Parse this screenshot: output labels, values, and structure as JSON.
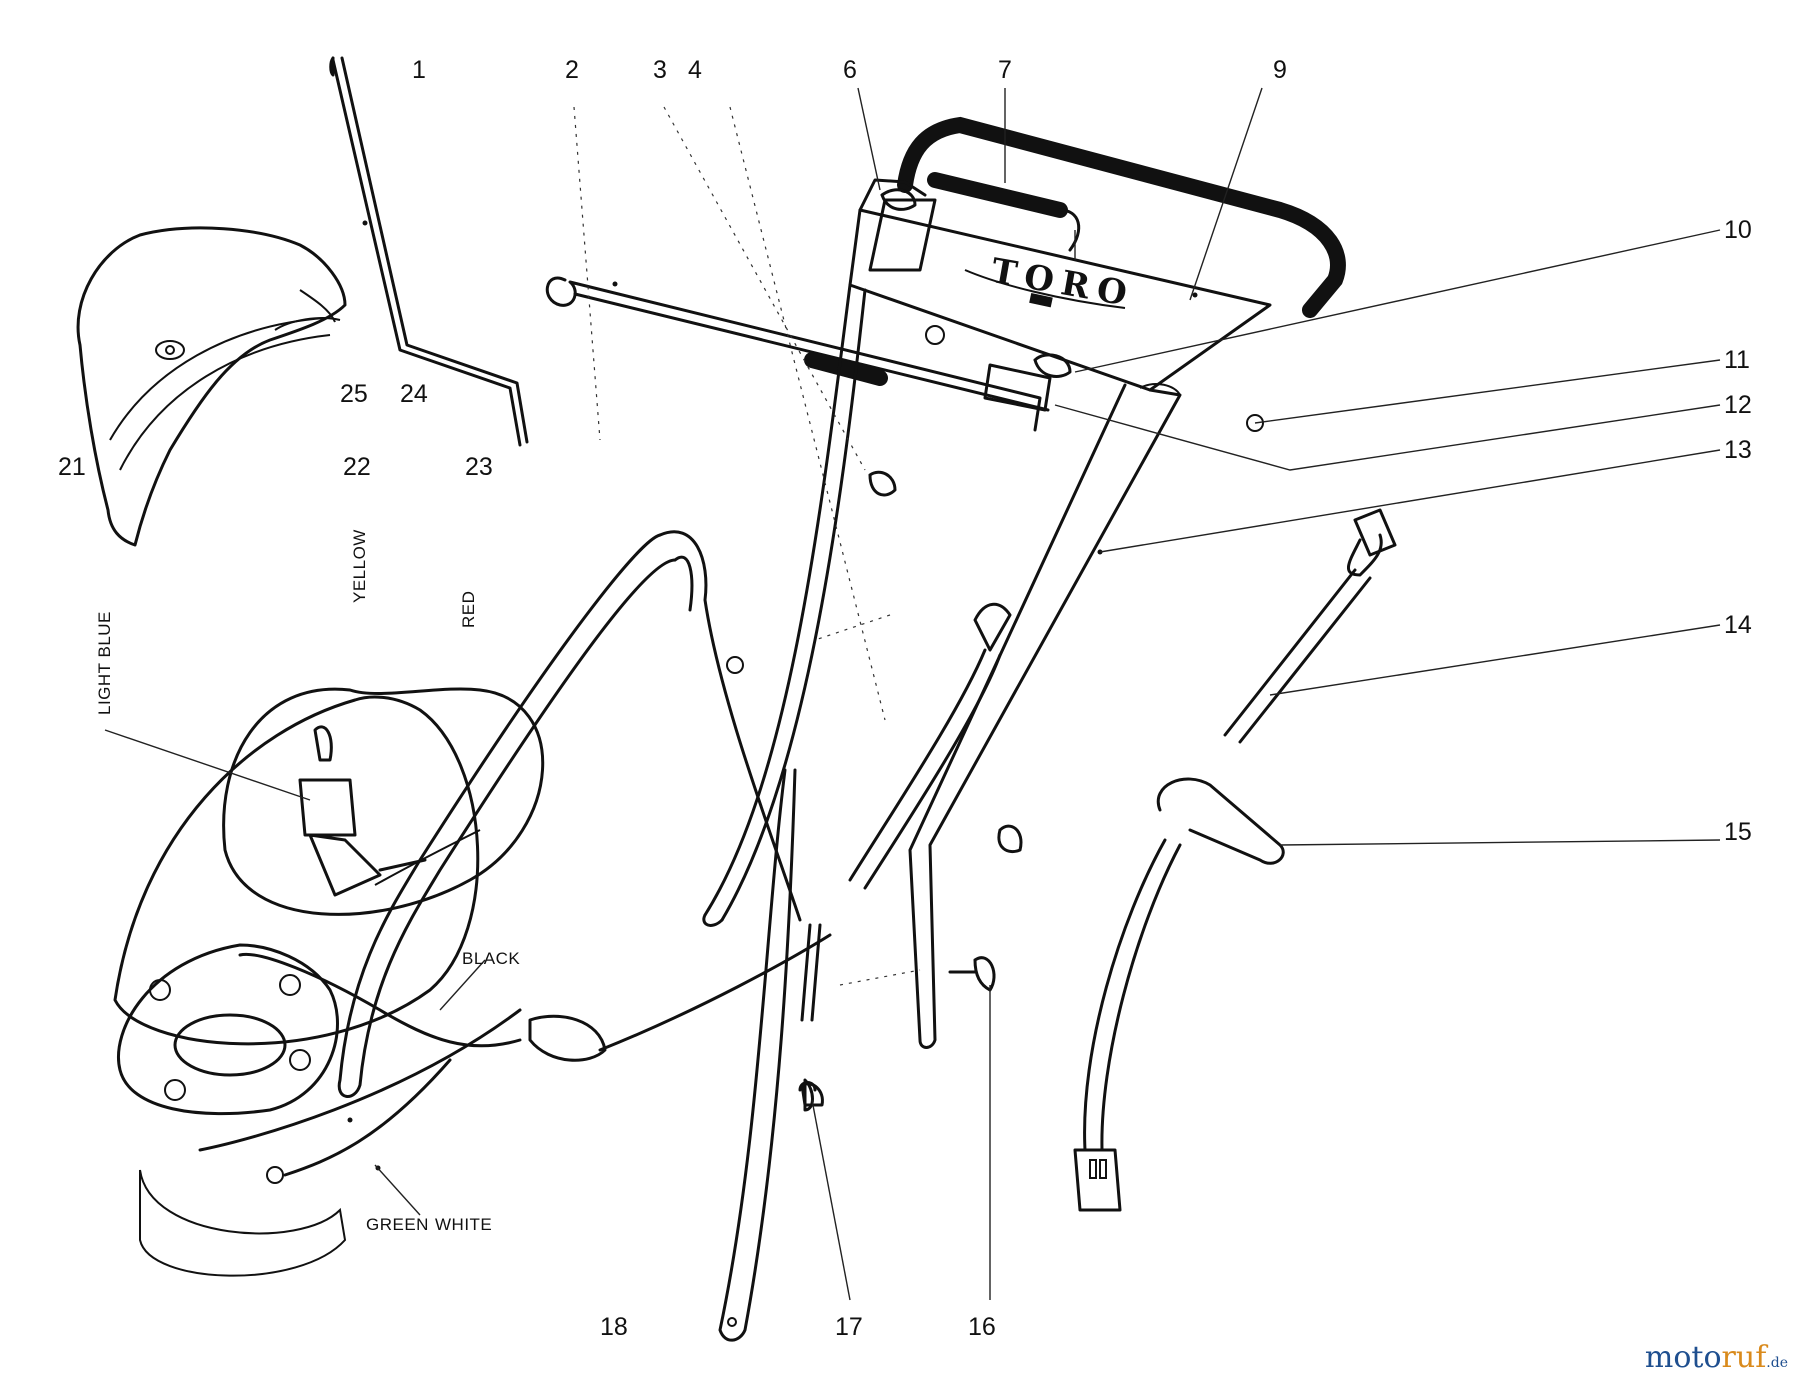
{
  "callouts": {
    "c1": "1",
    "c2": "2",
    "c3": "3",
    "c4": "4",
    "c6": "6",
    "c7": "7",
    "c9": "9",
    "c10": "10",
    "c11": "11",
    "c12": "12",
    "c13": "13",
    "c14": "14",
    "c15": "15",
    "c16": "16",
    "c17": "17",
    "c18": "18",
    "c21": "21",
    "c22": "22",
    "c23": "23",
    "c24": "24",
    "c25": "25"
  },
  "wire_labels": {
    "light_blue": "LIGHT BLUE",
    "yellow": "YELLOW",
    "red": "RED",
    "black": "BLACK",
    "green": "GREEN",
    "white": "WHITE"
  },
  "handle_logo": "TORO",
  "watermark": {
    "main": "moto",
    "accent": "ruf",
    "tld": ".de"
  }
}
